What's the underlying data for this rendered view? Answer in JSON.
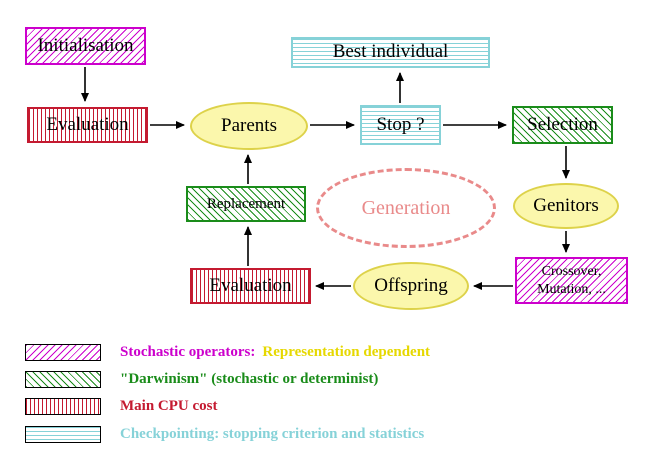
{
  "nodes": {
    "initialisation": {
      "label": "Initialisation"
    },
    "evaluation_top": {
      "label": "Evaluation"
    },
    "parents": {
      "label": "Parents"
    },
    "best_individual": {
      "label": "Best individual"
    },
    "stop": {
      "label": "Stop ?"
    },
    "selection": {
      "label": "Selection"
    },
    "replacement": {
      "label": "Replacement"
    },
    "generation": {
      "label": "Generation"
    },
    "genitors": {
      "label": "Genitors"
    },
    "crossover_mutation": {
      "line1": "Crossover,",
      "line2": "Mutation, ..."
    },
    "offspring": {
      "label": "Offspring"
    },
    "evaluation_bottom": {
      "label": "Evaluation"
    }
  },
  "edges": [
    {
      "from": "initialisation",
      "to": "evaluation_top"
    },
    {
      "from": "evaluation_top",
      "to": "parents"
    },
    {
      "from": "parents",
      "to": "stop"
    },
    {
      "from": "stop",
      "to": "best_individual"
    },
    {
      "from": "stop",
      "to": "selection"
    },
    {
      "from": "selection",
      "to": "genitors"
    },
    {
      "from": "genitors",
      "to": "crossover_mutation"
    },
    {
      "from": "crossover_mutation",
      "to": "offspring"
    },
    {
      "from": "offspring",
      "to": "evaluation_bottom"
    },
    {
      "from": "evaluation_bottom",
      "to": "replacement"
    },
    {
      "from": "replacement",
      "to": "parents"
    }
  ],
  "legend": {
    "stochastic": {
      "label": "Stochastic operators:",
      "label_secondary": "Representation dependent"
    },
    "darwinism": {
      "label": "\"Darwinism\" (stochastic or determinist)"
    },
    "cpu": {
      "label": "Main CPU cost"
    },
    "checkpointing": {
      "label": "Checkpointing: stopping criterion and statistics"
    }
  },
  "colors": {
    "stochastic_magenta": "#cc00cc",
    "darwinism_green": "#1a8c1a",
    "cpu_red": "#c41a30",
    "checkpoint_cyan": "#86d2d8",
    "node_yellow_fill": "#fbf7ac",
    "node_yellow_border": "#ddd24a",
    "legend_yellow_text": "#e6d800",
    "generation_pink": "#e98a8a",
    "arrow_black": "#000000"
  }
}
